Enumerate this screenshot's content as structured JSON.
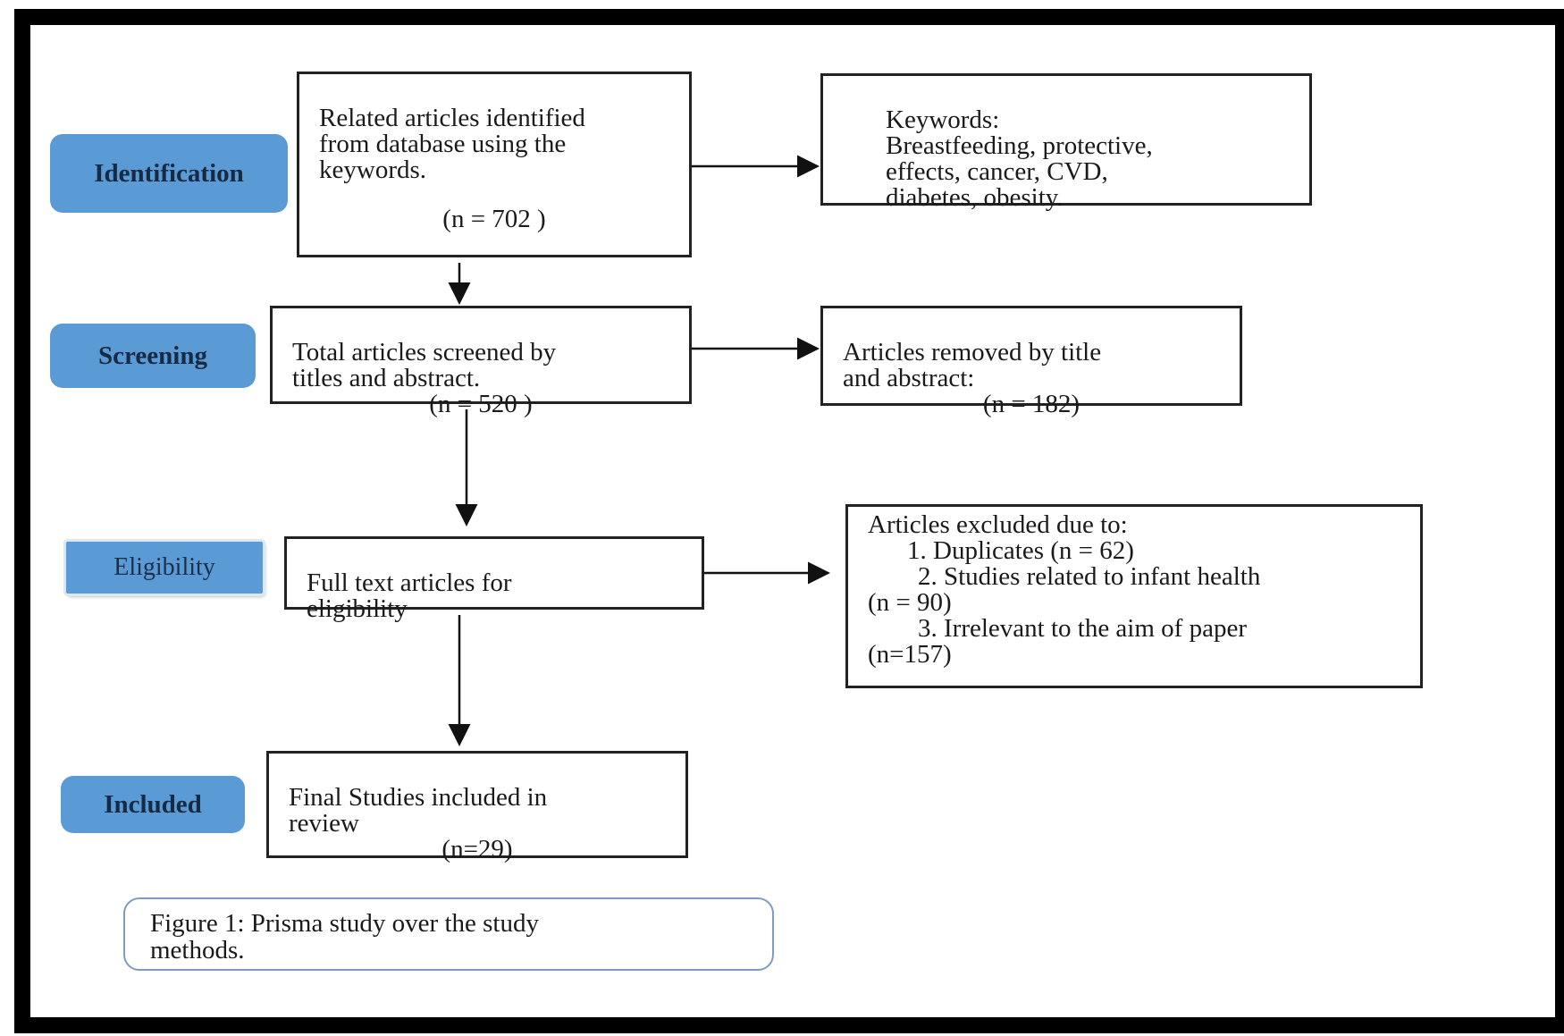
{
  "stages": {
    "identification": "Identification",
    "screening": "Screening",
    "eligibility": "Eligibility",
    "included": "Included"
  },
  "boxes": {
    "identified": {
      "text": "Related articles identified\nfrom database using the\nkeywords.",
      "count": "(n = 702 )"
    },
    "keywords": {
      "text": "Keywords:\nBreastfeeding, protective,\neffects, cancer, CVD,\ndiabetes, obesity."
    },
    "screened": {
      "text": "Total articles screened by\ntitles and abstract.",
      "count": "(n = 520 )"
    },
    "removed": {
      "text": "Articles removed by title\nand abstract:",
      "count": "(n = 182)"
    },
    "fulltext": {
      "text": "Full text articles for\neligibility"
    },
    "excluded": {
      "heading": "Articles excluded due to:",
      "item1": "1. Duplicates (n = 62)",
      "item2": "2. Studies related to infant health",
      "item2_count": "(n = 90)",
      "item3": "3. Irrelevant to the aim of paper",
      "item3_count": "(n=157)"
    },
    "final": {
      "text": "Final Studies included in\nreview",
      "count": "(n=29)"
    }
  },
  "caption": "Figure 1: Prisma study over the study\nmethods."
}
